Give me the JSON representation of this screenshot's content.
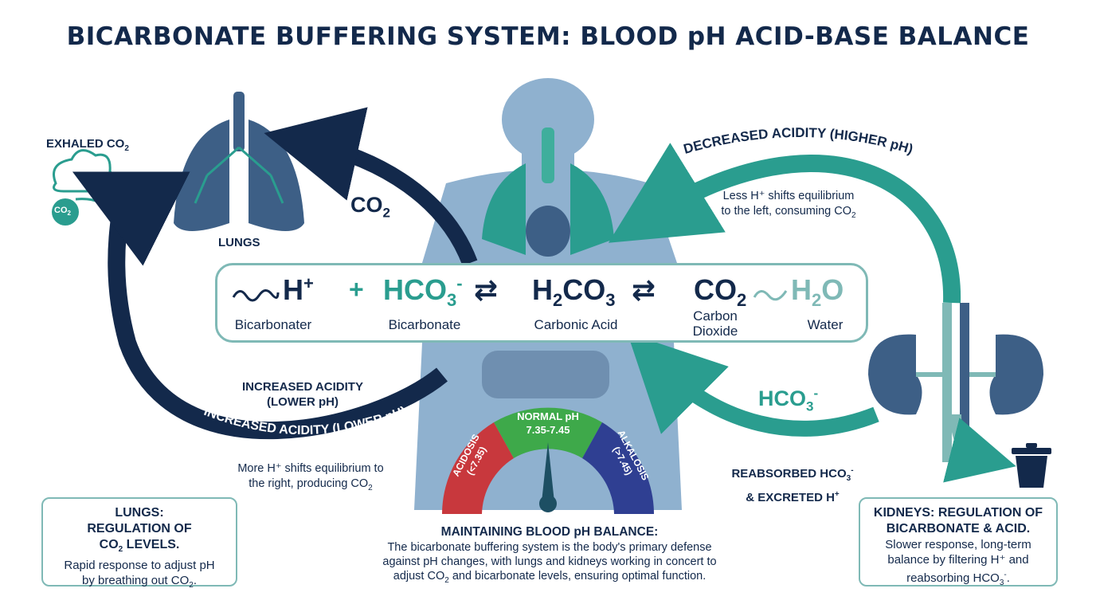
{
  "title": "BICARBONATE BUFFERING SYSTEM: BLOOD pH ACID-BASE BALANCE",
  "exhaled_label": "EXHALED CO",
  "exhaled_sub": "2",
  "cloud_badge": "CO",
  "cloud_badge_sub": "2",
  "lungs_label": "LUNGS",
  "co2_arrow_label": "CO",
  "co2_arrow_sub": "2",
  "decreased_arc_label": "DECREASED ACIDITY (HIGHER pH)",
  "decreased_note_line1": "Less H⁺ shifts equilibrium",
  "decreased_note_line2": "to the left, consuming CO",
  "decreased_note_sub": "2",
  "equation": {
    "term1": "H",
    "term1_sup": "+",
    "plus": "+",
    "term2": "HCO",
    "term2_sub": "3",
    "term2_sup": "-",
    "term3_a": "H",
    "term3_sub": "2",
    "term3_b": "CO",
    "term3_sub2": "3",
    "term4": "CO",
    "term4_sub": "2",
    "term5": "H",
    "term5_sub": "2",
    "term5_b": "O",
    "label1": "Bicarbonater",
    "label2": "Bicarbonate",
    "label3": "Carbonic Acid",
    "label4_line1": "Carbon",
    "label4_line2": "Dioxide",
    "label5": "Water"
  },
  "increased_label_line1": "INCREASED ACIDITY",
  "increased_label_line2": "(LOWER pH)",
  "increased_arc_label": "INCREASED ACIDITY (LOWER pH)",
  "increased_note_line1": "More H⁺ shifts equilibrium to",
  "increased_note_line2": "the right, producing CO",
  "increased_note_sub": "2",
  "hco3_arrow_label": "HCO",
  "hco3_arrow_sub": "3",
  "hco3_arrow_sup": "-",
  "reabsorbed_line1": "REABSORBED HCO",
  "reabsorbed_sub": "3",
  "reabsorbed_sup": "-",
  "reabsorbed_line2": "& EXCRETED H",
  "reabsorbed_sup2": "+",
  "gauge": {
    "acidosis_line1": "ACIDOSIS",
    "acidosis_line2": "(<7.35)",
    "normal_line1": "NORMAL pH",
    "normal_line2": "7.35-7.45",
    "alkalosis_line1": "ALKALOSIS",
    "alkalosis_line2": "(>7.45)"
  },
  "lungs_box": {
    "head1": "LUNGS:",
    "head2": "REGULATION OF",
    "head3": "CO",
    "head3_sub": "2",
    "head3_b": " LEVELS.",
    "body1": "Rapid response to adjust pH",
    "body2": "by breathing out CO",
    "body2_sub": "2",
    "body2_b": "."
  },
  "center_box": {
    "head": "MAINTAINING BLOOD pH BALANCE:",
    "body1": "The bicarbonate buffering system is the body's primary defense",
    "body2": "against pH changes, with lungs and kidneys working in concert to",
    "body3": "adjust CO",
    "body3_sub": "2",
    "body3_b": " and bicarbonate levels, ensuring optimal function."
  },
  "kidneys_box": {
    "head1": "KIDNEYS: REGULATION OF",
    "head2": "BICARBONATE & ACID.",
    "body1": "Slower response, long-term",
    "body2": "balance by filtering H⁺ and",
    "body3": "reabsorbing HCO",
    "body3_sub": "3",
    "body3_sup": "-",
    "body3_b": "."
  },
  "colors": {
    "navy": "#13294b",
    "teal": "#2a9d8f",
    "body_silhouette": "#8fb1cf",
    "acidosis": "#c8383d",
    "normal": "#3ea94a",
    "alkalosis": "#2f3f92"
  }
}
